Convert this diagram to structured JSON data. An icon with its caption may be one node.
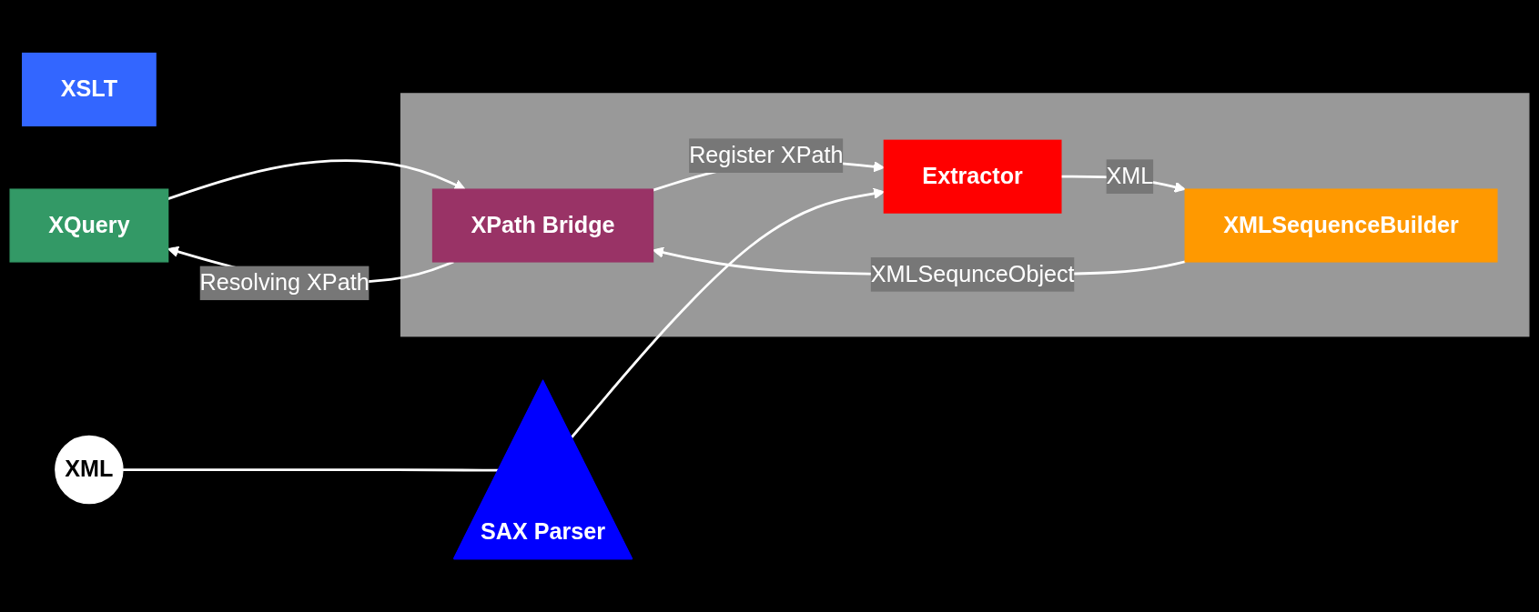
{
  "diagram": {
    "nodes": [
      {
        "text": [
          "XSLT"
        ]
      },
      {
        "text": [
          "XQuery"
        ]
      },
      {
        "text": [],
        "shape": "box"
      },
      {
        "text": [
          "XPath Bridge"
        ],
        "in": 2
      },
      {
        "text": [
          "XML"
        ]
      },
      {
        "text": [
          "SAX Parser"
        ]
      },
      {
        "text": [
          "Extractor"
        ],
        "in": 2
      },
      {
        "text": [
          "XMLSequenceBuilder"
        ],
        "in": 2
      }
    ],
    "edges": [
      {
        "from": 3,
        "to": 1,
        "arrow": "to",
        "label": "Resolving XPath"
      },
      {
        "from": 1,
        "to": 3,
        "arrow": "to"
      },
      {
        "from": 3,
        "to": 6,
        "arrow": "to",
        "label": "Register XPath"
      },
      {
        "from": 4,
        "to": 5,
        "arrow": "none"
      },
      {
        "from": 5,
        "to": 6,
        "arrow": "to"
      },
      {
        "from": 6,
        "to": 7,
        "arrow": "to",
        "label": "XML"
      },
      {
        "from": 7,
        "to": 3,
        "arrow": "to",
        "label": "XMLSequnceObject"
      }
    ]
  }
}
